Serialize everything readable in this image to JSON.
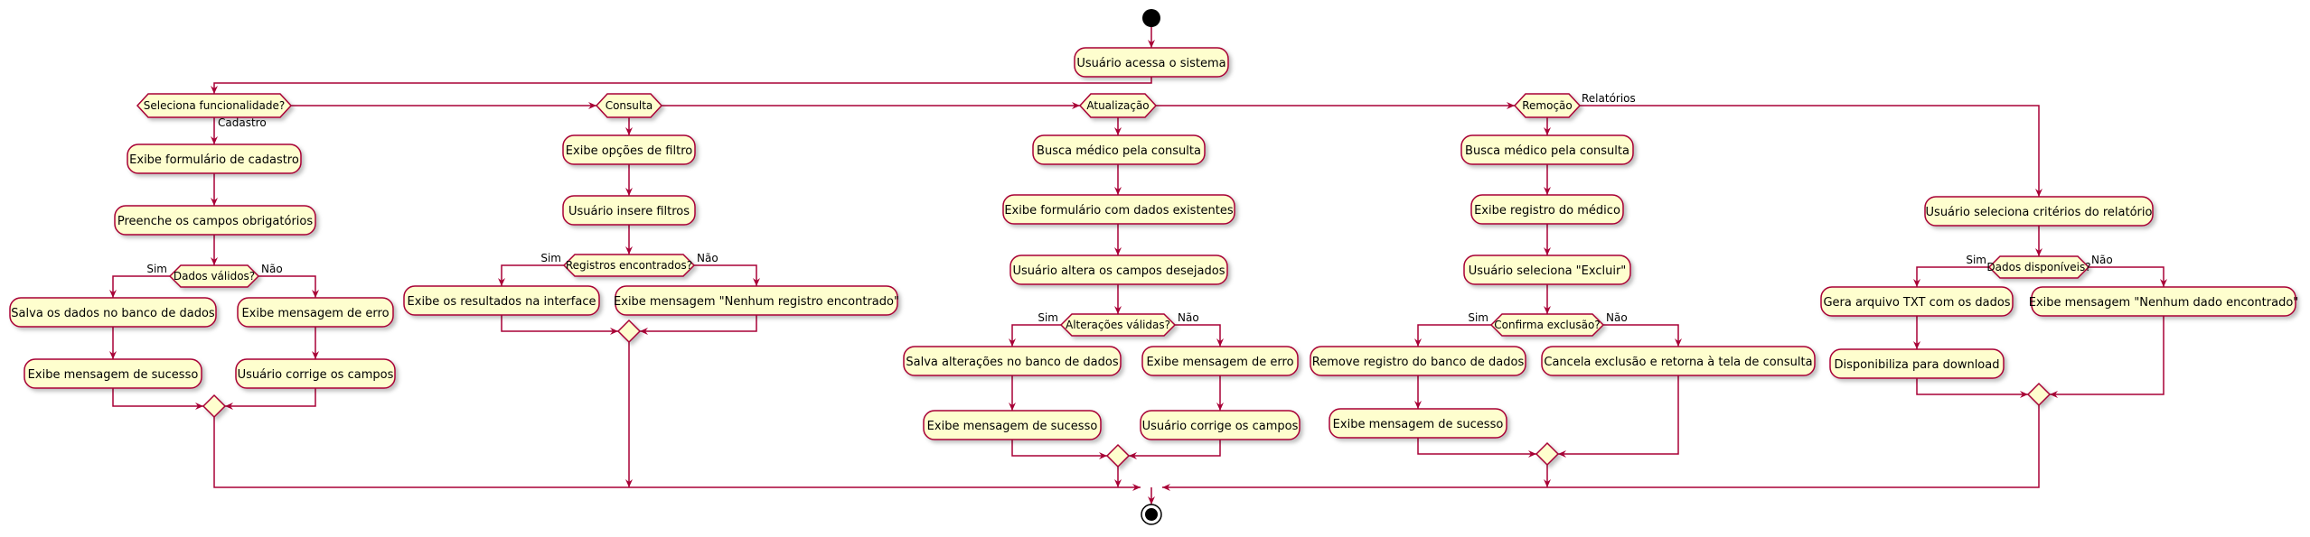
{
  "start": {},
  "acessa": {
    "label": "Usuário acessa o sistema"
  },
  "main": {
    "label": "Seleciona funcionalidade?",
    "b1": "Cadastro",
    "b2": "Consulta",
    "b3": "Atualização",
    "b4": "Remoção",
    "b5": "Relatórios"
  },
  "cadastro": {
    "a1": "Exibe formulário de cadastro",
    "a2": "Preenche os campos obrigatórios",
    "d": "Dados válidos?",
    "yes": "Sim",
    "no": "Não",
    "y1": "Salva os dados no banco de dados",
    "y2": "Exibe mensagem de sucesso",
    "n1": "Exibe mensagem de erro",
    "n2": "Usuário corrige os campos"
  },
  "consulta": {
    "a1": "Exibe opções de filtro",
    "a2": "Usuário insere filtros",
    "d": "Registros encontrados?",
    "yes": "Sim",
    "no": "Não",
    "y1": "Exibe os resultados na interface",
    "n1": "Exibe mensagem \"Nenhum registro encontrado\""
  },
  "atualizacao": {
    "a1": "Busca médico pela consulta",
    "a2": "Exibe formulário com dados existentes",
    "a3": "Usuário altera os campos desejados",
    "d": "Alterações válidas?",
    "yes": "Sim",
    "no": "Não",
    "y1": "Salva alterações no banco de dados",
    "y2": "Exibe mensagem de sucesso",
    "n1": "Exibe mensagem de erro",
    "n2": "Usuário corrige os campos"
  },
  "remocao": {
    "a1": "Busca médico pela consulta",
    "a2": "Exibe registro do médico",
    "a3": "Usuário seleciona \"Excluir\"",
    "d": "Confirma exclusão?",
    "yes": "Sim",
    "no": "Não",
    "y1": "Remove registro do banco de dados",
    "y2": "Exibe mensagem de sucesso",
    "n1": "Cancela exclusão e retorna à tela de consulta"
  },
  "relatorios": {
    "a1": "Usuário seleciona critérios do relatório",
    "d": "Dados disponíveis?",
    "yes": "Sim",
    "no": "Não",
    "y1": "Gera arquivo TXT com os dados",
    "y2": "Disponibiliza para download",
    "n1": "Exibe mensagem \"Nenhum dado encontrado\""
  },
  "colors": {
    "fill": "#FEFECE",
    "border": "#A80036",
    "node": "#000000"
  }
}
